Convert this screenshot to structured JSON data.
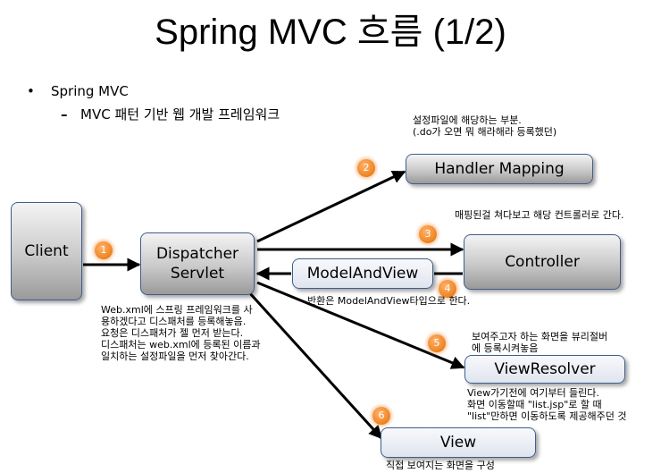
{
  "title": "Spring MVC 흐름 (1/2)",
  "bullets": {
    "level1": {
      "marker": "•",
      "text": "Spring MVC"
    },
    "level2": {
      "marker": "–",
      "text": "MVC 패턴 기반 웹 개발 프레임워크"
    }
  },
  "boxes": {
    "client": "Client",
    "dispatcher_line1": "Dispatcher",
    "dispatcher_line2": "Servlet",
    "handler_mapping": "Handler Mapping",
    "controller": "Controller",
    "model_and_view": "ModelAndView",
    "view_resolver": "ViewResolver",
    "view": "View"
  },
  "steps": [
    "1",
    "2",
    "3",
    "4",
    "5",
    "6"
  ],
  "notes": {
    "handler_mapping": [
      "설정파일에 해당하는 부분.",
      "(.do가 오면 뭐 해라해라 등록했던)"
    ],
    "controller": "매핑된걸 쳐다보고 해당 컨트롤러로 간다.",
    "model_and_view": "반환은 ModelAndView타입으로 한다.",
    "dispatcher": [
      "Web.xml에 스프링 프레임워크를 사",
      "용하겠다고 디스패처를 등록해놓음.",
      "요청은 디스패처가 젤 먼저 받는다.",
      "디스패처는 web.xml에 등록된 이름과",
      "일치하는 설정파일을 먼저 찾아간다."
    ],
    "view_resolver_top": [
      "보여주고자 하는 화면을 뷰리절버",
      "에 등록시켜놓음"
    ],
    "view_resolver_bottom": [
      "View가기전에 여기부터 들린다.",
      "화면 이동할때 \"list.jsp\"로 할 때",
      "\"list\"만하면 이동하도록 제공해주던 것"
    ],
    "view": "직접 보여지는 화면을 구성"
  },
  "colors": {
    "box_border": "#3f5e8d",
    "badge": "#f08a2a",
    "arrow": "#000000"
  }
}
